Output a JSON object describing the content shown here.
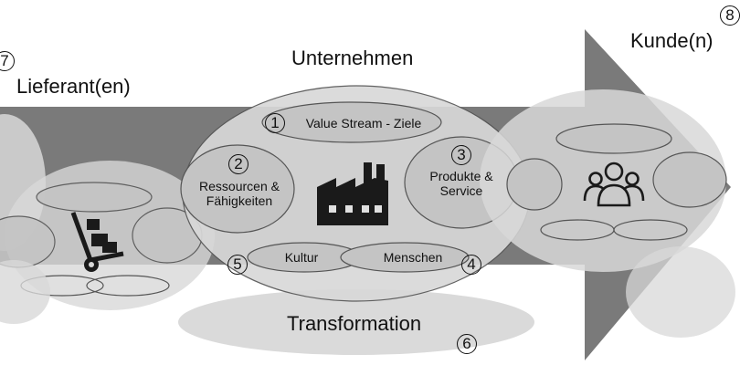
{
  "colors": {
    "arrow": "#7a7a7a",
    "ellipse_light": "#d8d8d8",
    "ellipse_mid": "#c4c4c4",
    "stroke": "#555555",
    "icon": "#1a1a1a"
  },
  "labels": {
    "supplier": "Lieferant(en)",
    "company": "Unternehmen",
    "customer": "Kunde(n)",
    "value_stream": "Value Stream - Ziele",
    "resources": "Ressourcen & Fähigkeiten",
    "products": "Produkte & Service",
    "culture": "Kultur",
    "people": "Menschen",
    "transformation": "Transformation"
  },
  "numbers": {
    "n1": "1",
    "n2": "2",
    "n3": "3",
    "n4": "4",
    "n5": "5",
    "n6": "6",
    "n7": "7",
    "n8": "8"
  },
  "icons": {
    "supplier": "hand-truck-icon",
    "company": "factory-icon",
    "customer": "customer-group-icon"
  }
}
